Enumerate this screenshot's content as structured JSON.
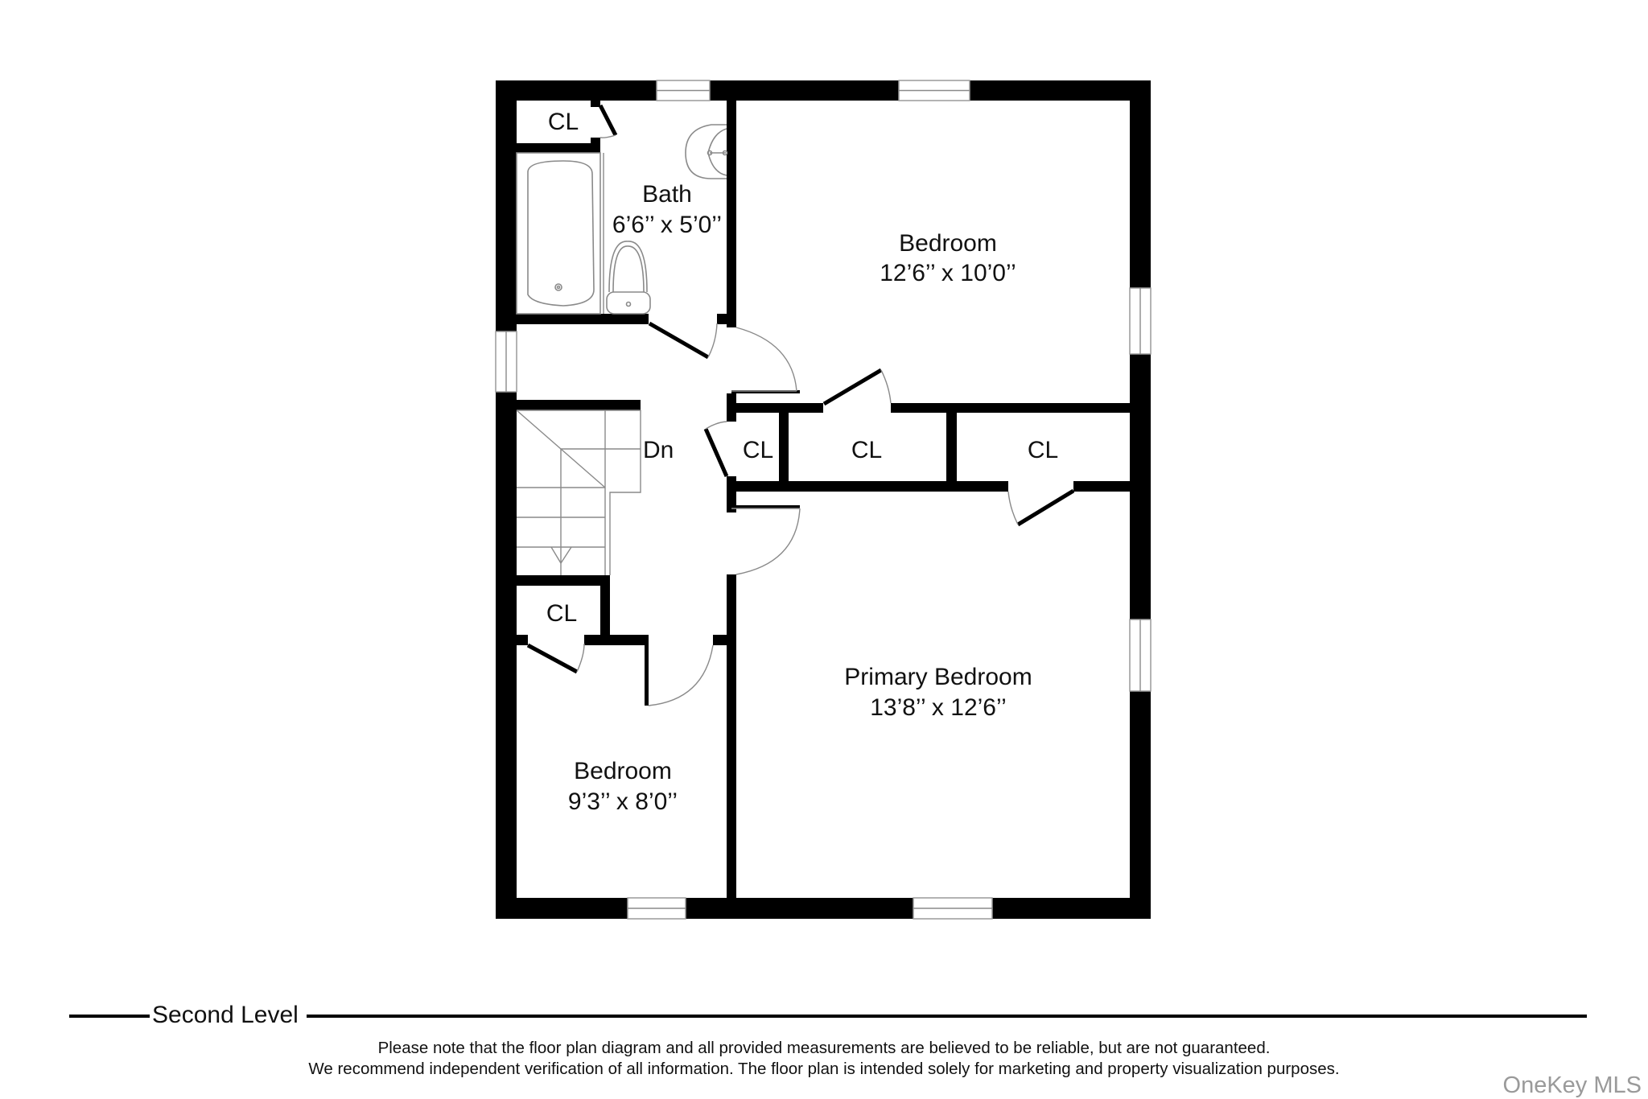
{
  "plan": {
    "level": "Second Level",
    "rooms": [
      {
        "name": "Bath",
        "dimensions": "6’6’’ x 5’0’’"
      },
      {
        "name": "Bedroom",
        "dimensions": "12’6’’ x 10’0’’"
      },
      {
        "name": "Primary Bedroom",
        "dimensions": "13’8’’ x 12’6’’"
      },
      {
        "name": "Bedroom",
        "dimensions": "9’3’’ x 8’0’’"
      }
    ],
    "closets": [
      {
        "label": "CL"
      },
      {
        "label": "CL"
      },
      {
        "label": "CL"
      },
      {
        "label": "CL"
      },
      {
        "label": "CL"
      }
    ],
    "stairs": {
      "label": "Dn"
    }
  },
  "footer": {
    "disclaimer_line1": "Please note that the floor plan diagram and all provided measurements are believed to be reliable, but are not guaranteed.",
    "disclaimer_line2": "We recommend independent verification of all information. The floor plan is intended solely for marketing and property visualization purposes.",
    "watermark": "OneKey MLS"
  },
  "colors": {
    "wall": "#000000",
    "fixture_line": "#8a8a8a",
    "watermark": "#9a9a9a",
    "background": "#ffffff"
  }
}
